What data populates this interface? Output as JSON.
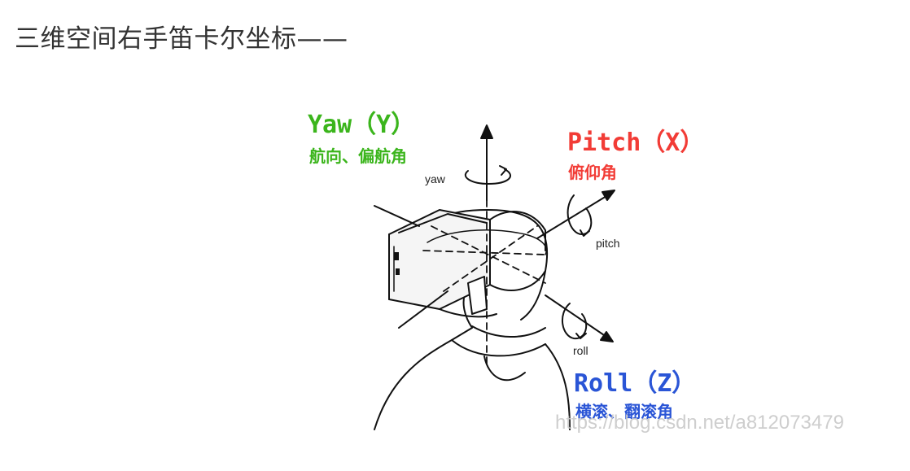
{
  "heading": "三维空间右手笛卡尔坐标——",
  "diagram": {
    "yaw": {
      "title": "Yaw（Y）",
      "subtitle": "航向、偏航角",
      "rotation_label": "yaw"
    },
    "pitch": {
      "title": "Pitch（X）",
      "subtitle": "俯仰角",
      "rotation_label": "pitch"
    },
    "roll": {
      "title": "Roll（Z）",
      "subtitle": "横滚、翻滚角",
      "rotation_label": "roll"
    },
    "watermark": "https://blog.csdn.net/a812073479"
  },
  "colors": {
    "yaw": "#3bb51c",
    "pitch": "#f23c36",
    "roll": "#2a55d6",
    "heading": "#333333"
  }
}
